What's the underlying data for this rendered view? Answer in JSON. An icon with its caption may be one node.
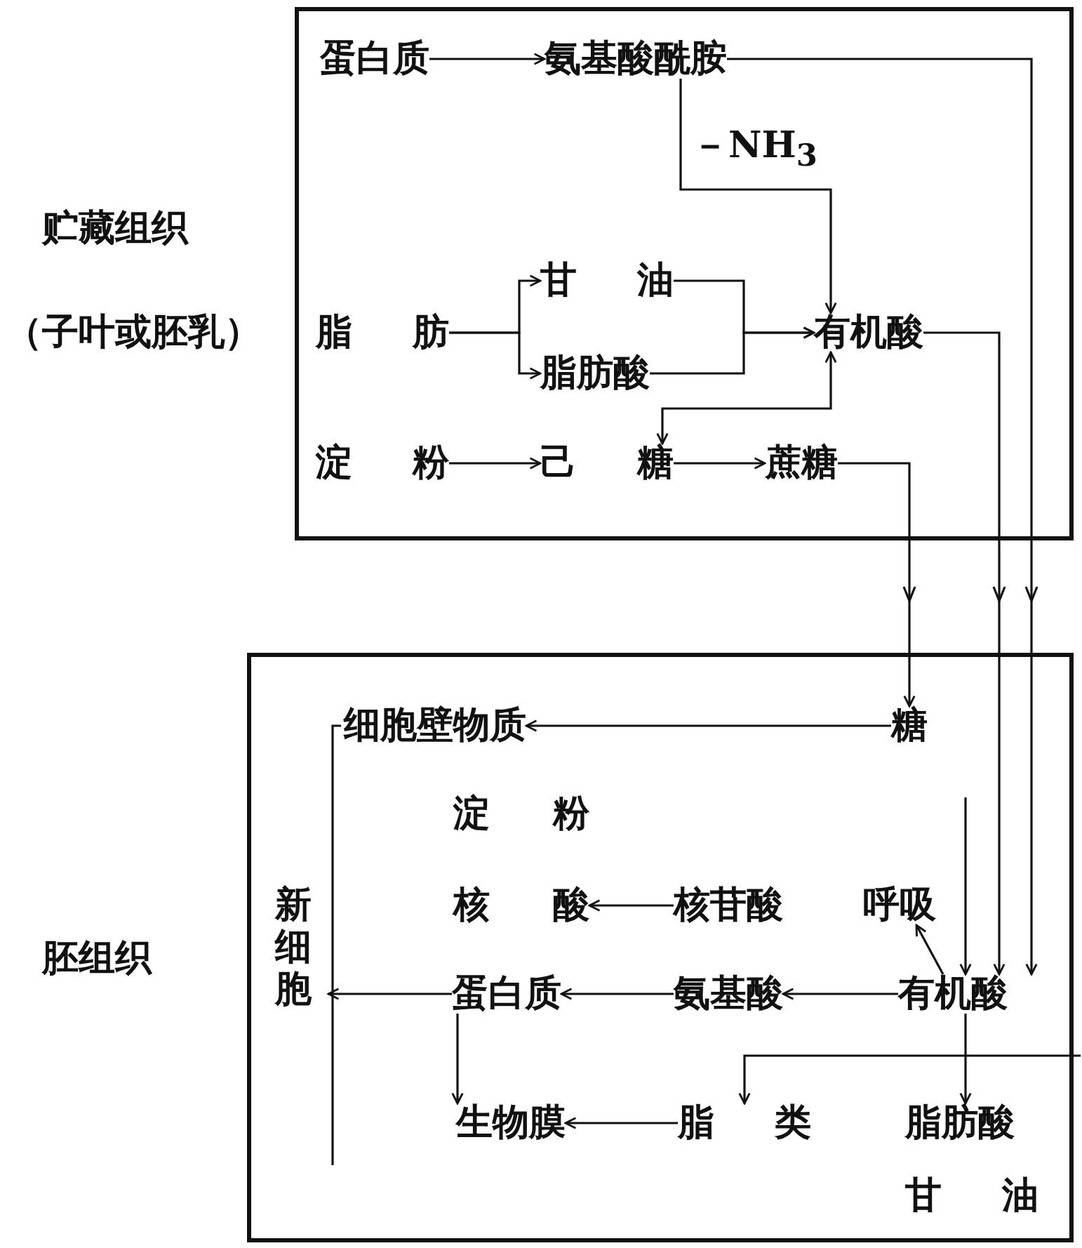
{
  "diagram": {
    "nodes": [
      {
        "text": [
          "贮藏组织",
          "（子叶或胚乳）"
        ]
      },
      {
        "text": [
          "胚组织"
        ]
      },
      {
        "text": [
          "蛋白质"
        ],
        "in": 0
      },
      {
        "text": [
          "氨基酸酰胺"
        ],
        "in": 0
      },
      {
        "text": [
          "脂肪"
        ],
        "in": 0
      },
      {
        "text": [
          "甘油"
        ],
        "in": 0
      },
      {
        "text": [
          "脂肪酸"
        ],
        "in": 0
      },
      {
        "text": [
          "有机酸"
        ],
        "in": 0
      },
      {
        "text": [
          "淀粉"
        ],
        "in": 0
      },
      {
        "text": [
          "己糖"
        ],
        "in": 0
      },
      {
        "text": [
          "蔗糖"
        ],
        "in": 0
      },
      {
        "text": [
          "细胞壁物质"
        ],
        "in": 1
      },
      {
        "text": [
          "糖"
        ],
        "in": 1
      },
      {
        "text": [
          "淀粉"
        ],
        "in": 1
      },
      {
        "text": [
          "核酸"
        ],
        "in": 1
      },
      {
        "text": [
          "核苷酸"
        ],
        "in": 1
      },
      {
        "text": [
          "呼吸"
        ],
        "in": 1
      },
      {
        "text": [
          "新细胞"
        ],
        "in": 1
      },
      {
        "text": [
          "蛋白质"
        ],
        "in": 1
      },
      {
        "text": [
          "氨基酸"
        ],
        "in": 1
      },
      {
        "text": [
          "有机酸"
        ],
        "in": 1
      },
      {
        "text": [
          "生物膜"
        ],
        "in": 1
      },
      {
        "text": [
          "脂类"
        ],
        "in": 1
      },
      {
        "text": [
          "脂肪酸"
        ],
        "in": 1
      },
      {
        "text": [
          "甘油"
        ],
        "in": 1
      }
    ],
    "edges": [
      {
        "from": 2,
        "to": 3,
        "arrow": "to"
      },
      {
        "from": 3,
        "to": 7,
        "arrow": "to",
        "label": "－NH$_{3}$"
      },
      {
        "from": 3,
        "to": 20,
        "arrow": "to"
      },
      {
        "from": 4,
        "to": 5,
        "arrow": "to"
      },
      {
        "from": 4,
        "to": 6,
        "arrow": "to"
      },
      {
        "from": 5,
        "to": 7,
        "arrow": "to"
      },
      {
        "from": 6,
        "to": 7,
        "arrow": "to"
      },
      {
        "from": 7,
        "to": 9,
        "arrow": "both"
      },
      {
        "from": 8,
        "to": 9,
        "arrow": "to"
      },
      {
        "from": 9,
        "to": 10,
        "arrow": "to"
      },
      {
        "from": 10,
        "to": 12,
        "arrow": "to"
      },
      {
        "from": 7,
        "to": 20,
        "arrow": "to"
      },
      {
        "from": 12,
        "to": 11,
        "arrow": "to"
      },
      {
        "from": null,
        "to": 20,
        "arrow": "to"
      },
      {
        "from": 20,
        "to": 16,
        "arrow": "to"
      },
      {
        "from": 15,
        "to": 14,
        "arrow": "to"
      },
      {
        "from": 20,
        "to": 19,
        "arrow": "to"
      },
      {
        "from": 19,
        "to": 18,
        "arrow": "to"
      },
      {
        "from": 18,
        "to": 17,
        "arrow": "to"
      },
      {
        "from": 18,
        "to": 21,
        "arrow": "to"
      },
      {
        "from": 22,
        "to": 21,
        "arrow": "to"
      },
      {
        "from": 20,
        "to": 23,
        "arrow": "to"
      },
      {
        "from": null,
        "to": 22,
        "arrow": "to"
      }
    ]
  }
}
